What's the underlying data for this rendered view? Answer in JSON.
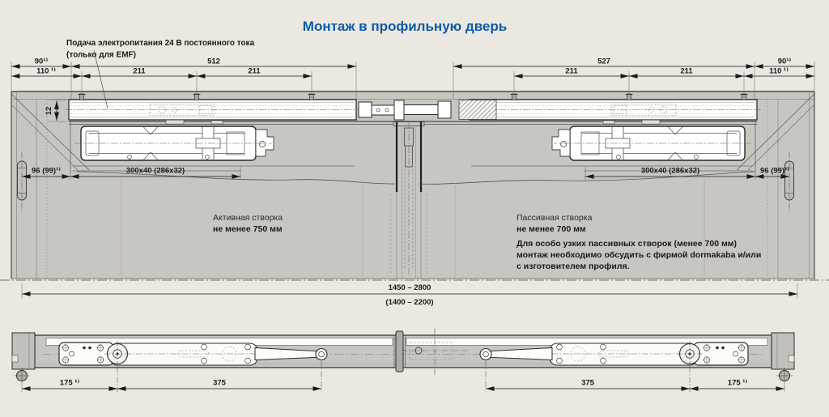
{
  "title": "Монтаж в профильную дверь",
  "power_note": {
    "line1": "Подача электропитания 24 В постоянного тока",
    "line2": "(только для EMF)"
  },
  "leaf_labels": {
    "active1": "Активная створка",
    "active2": "не менее 750 мм",
    "passive1": "Пассивная створка",
    "passive2": "не менее 700 мм",
    "note1": "Для особо узких пассивных створок (менее 700 мм)",
    "note2": "монтаж необходимо обсудить с фирмой dormakaba и/или",
    "note3": "с изготовителем профиля."
  },
  "dims": {
    "w90": "90¹⁾",
    "w110": "110 ¹⁾",
    "w211": "211",
    "w512": "512",
    "w527": "527",
    "h12": "12",
    "w96": "96 (99)¹⁾",
    "cutout": "300x40 (286x32)",
    "total_line1": "1450 – 2800",
    "total_line2": "(1400 – 2200)",
    "p175": "175 ¹⁾",
    "p375": "375"
  },
  "colors": {
    "background": "#eae8e1",
    "title_blue": "#0d5aa7",
    "door_gray": "#c8c6c0",
    "line_dark": "#2e2d2b",
    "white": "#fdfdfb"
  }
}
